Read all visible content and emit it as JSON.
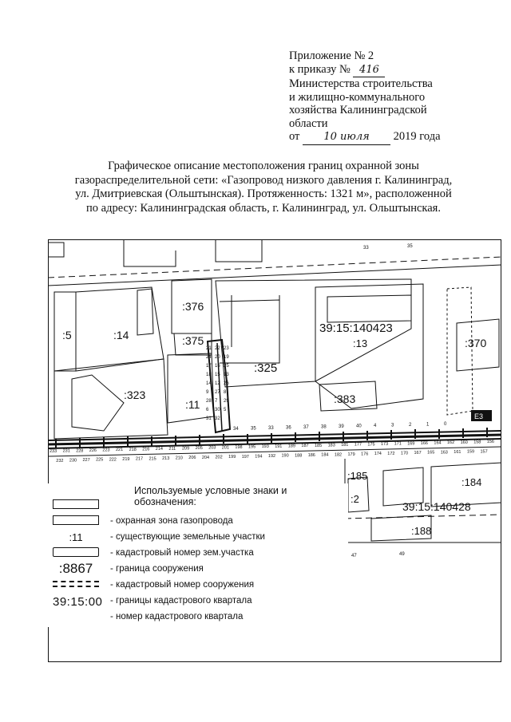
{
  "header": {
    "appendix": "Приложение № 2",
    "order_prefix": "к приказу №",
    "order_number": "416",
    "ministry_line1": "Министерства строительства",
    "ministry_line2": "и жилищно-коммунального",
    "ministry_line3": "хозяйства Калининградской",
    "ministry_line4": "области",
    "date_prefix": "от",
    "date_handwritten": "10 июля",
    "date_suffix": "2019 года"
  },
  "title": {
    "line1": "Графическое описание местоположения границ охранной зоны",
    "line2": "газораспределительной сети: «Газопровод низкого давления г. Калининград,",
    "line3": "ул. Дмитриевская (Ольштынская). Протяженность: 1321 м», расположенной",
    "line4": "по адресу: Калининградская область, г. Калининград, ул. Ольштынская."
  },
  "map": {
    "parcels": [
      ":5",
      ":14",
      ":323",
      ":376",
      ":375",
      ":325",
      ":11",
      ":383",
      ":13",
      ":370",
      ":185",
      ":184",
      ":2",
      ":188"
    ],
    "quarters": [
      "39:15:140423",
      "39:15:140428"
    ],
    "tag": "E3",
    "points_top": [
      "21",
      "22",
      "23",
      "24",
      "20",
      "19",
      "17",
      "16",
      "25",
      "18",
      "15",
      "13",
      "14",
      "12",
      "26",
      "9",
      "27",
      "8",
      "28",
      "7",
      "29",
      "6",
      "30",
      "5",
      "31",
      "32",
      "34",
      "35",
      "33",
      "36",
      "37",
      "38",
      "39",
      "40",
      "4",
      "3",
      "2",
      "1",
      "0"
    ],
    "points_bottom": [
      "233",
      "232",
      "231",
      "230",
      "228",
      "227",
      "226",
      "225",
      "223",
      "222",
      "221",
      "219",
      "218",
      "217",
      "216",
      "215",
      "214",
      "213",
      "211",
      "210",
      "209",
      "206",
      "205",
      "204",
      "203",
      "202",
      "201",
      "199",
      "198",
      "197",
      "195",
      "194",
      "193",
      "192",
      "191",
      "190",
      "189",
      "188",
      "187",
      "186",
      "185",
      "184",
      "183",
      "182",
      "181",
      "179",
      "177",
      "176",
      "175",
      "174",
      "173",
      "172",
      "171",
      "170",
      "169",
      "167",
      "166",
      "165",
      "164",
      "163",
      "162",
      "161",
      "160",
      "159",
      "158",
      "157",
      "156"
    ],
    "house_numbers": [
      "33",
      "35",
      "47",
      "49"
    ]
  },
  "legend": {
    "title": "Используемые условные знаки и обозначения:",
    "items": [
      "- охранная зона газопровода",
      "- существующие земельные участки",
      "- кадастровый номер зем.участка",
      "- граница сооружения",
      "- кадастровый номер сооружения",
      "- границы кадастрового квартала",
      "- номер кадастрового квартала"
    ],
    "sym_parcel": ":11",
    "sym_structure": ":8867",
    "sym_quarter": "39:15:00"
  }
}
